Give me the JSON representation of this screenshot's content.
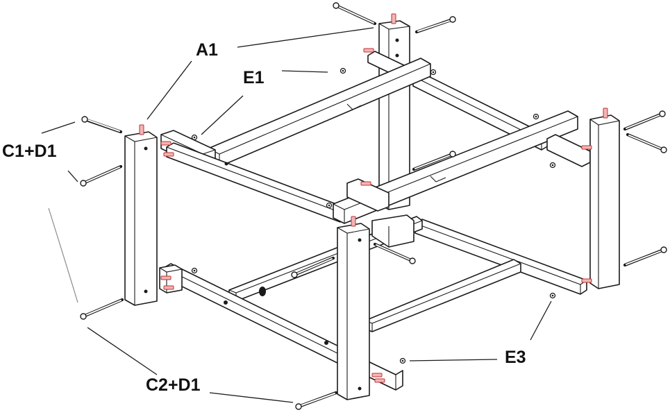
{
  "labels": {
    "a1": "A1",
    "e1": "E1",
    "c1_d1": "C1+D1",
    "c2_d1": "C2+D1",
    "e3": "E3"
  },
  "colors": {
    "outline": "#1a1a1a",
    "dowel": "#f2b5b5",
    "dowel_edge": "#c03030",
    "background": "#ffffff"
  }
}
